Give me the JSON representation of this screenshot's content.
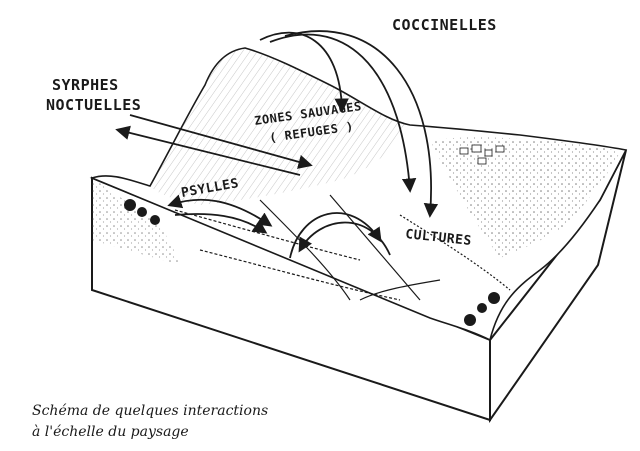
{
  "diagram": {
    "labels": {
      "coccinelles": "COCCINELLES",
      "syrphes": "SYRPHES",
      "noctuelles": "NOCTUELLES",
      "zones_sauvages": "ZONES SAUVAGES",
      "refuges": "( REFUGES )",
      "psylles": "PSYLLES",
      "cultures": "CULTURES"
    },
    "caption": {
      "line1": "Schéma de quelques interactions",
      "line2": "à l'échelle du paysage"
    },
    "colors": {
      "ink": "#1a1a1a",
      "paper": "#ffffff"
    }
  }
}
